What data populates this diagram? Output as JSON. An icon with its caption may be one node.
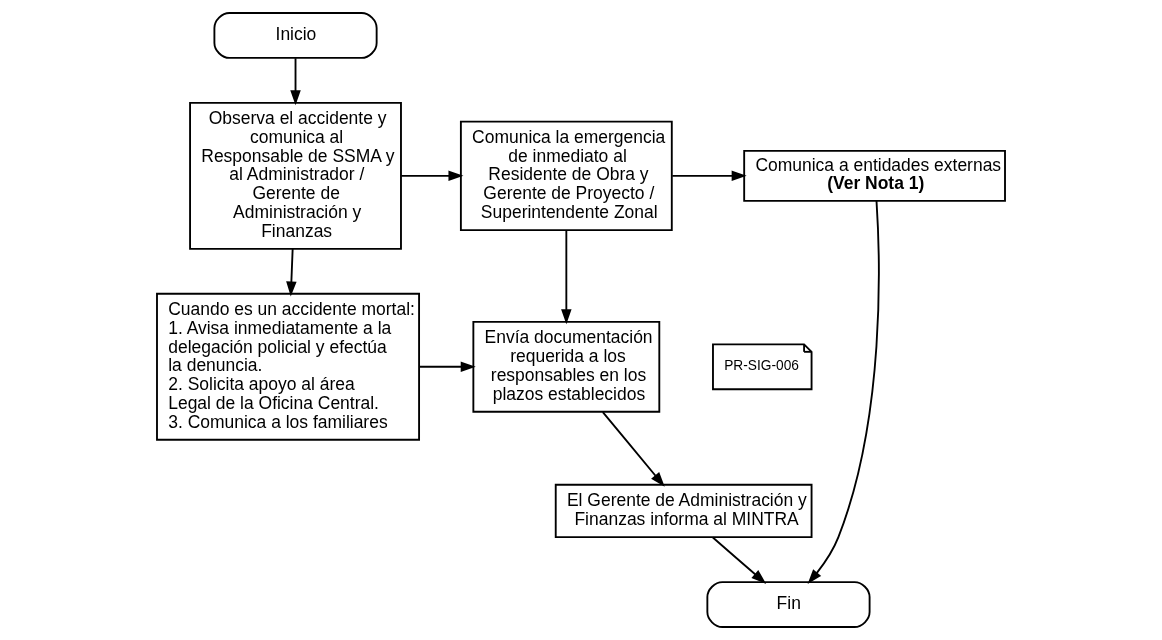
{
  "diagram": {
    "nodes": [
      {
        "text": [
          "Inicio"
        ]
      },
      {
        "text": [
          "Observa el accidente y comunica al Responsable de SSMA y al Administrador / Gerente de Administración y Finanzas"
        ]
      },
      {
        "text": [
          "Comunica la emergencia de inmediato al Residente de Obra y Gerente de Proyecto / Superintendente Zonal"
        ]
      },
      {
        "text": [
          "Comunica a entidades externas",
          "(Ver Nota 1)"
        ]
      },
      {
        "text": [
          "Cuando es un accidente mortal:",
          "1. Avisa inmediatamente a la delegación policial y efectúa la denuncia.",
          "2. Solicita apoyo al área Legal de la Oficina Central.",
          "3. Comunica a los familiares"
        ]
      },
      {
        "text": [
          "Envía documentación requerida a los responsables en los plazos establecidos"
        ]
      },
      {
        "text": [
          "PR-SIG-006"
        ]
      },
      {
        "text": [
          "El Gerente de Administración y Finanzas informa al MINTRA"
        ]
      },
      {
        "text": [
          "Fin"
        ]
      }
    ],
    "edges": [
      {
        "from": 0,
        "to": 1,
        "arrow": "to"
      },
      {
        "from": 1,
        "to": 2,
        "arrow": "to"
      },
      {
        "from": 1,
        "to": 4,
        "arrow": "to"
      },
      {
        "from": 2,
        "to": 3,
        "arrow": "to"
      },
      {
        "from": 2,
        "to": 5,
        "arrow": "to"
      },
      {
        "from": 4,
        "to": 5,
        "arrow": "to"
      },
      {
        "from": 5,
        "to": 7,
        "arrow": "to"
      },
      {
        "from": 7,
        "to": 8,
        "arrow": "to"
      },
      {
        "from": 3,
        "to": 8,
        "arrow": "to"
      }
    ]
  }
}
